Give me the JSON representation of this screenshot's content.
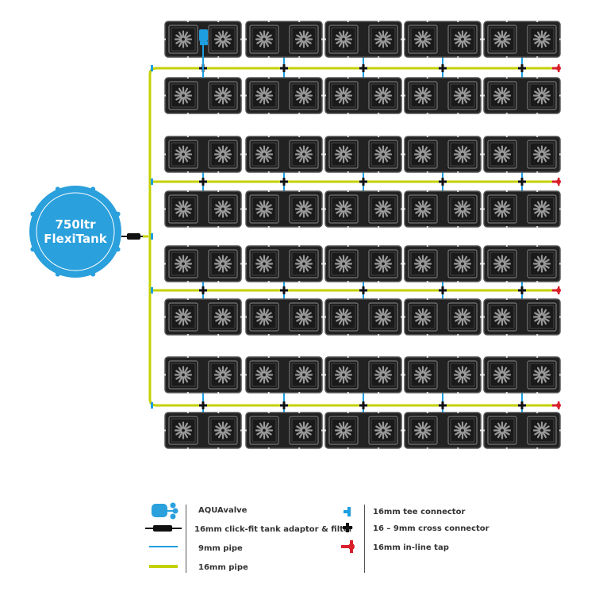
{
  "tank": {
    "line1": "750ltr",
    "line2": "FlexiTank",
    "color": "#2aa0dc"
  },
  "layout": {
    "rows": 8,
    "columns": 5,
    "pipe_rows_between": [
      [
        0,
        1
      ],
      [
        2,
        3
      ],
      [
        4,
        5
      ],
      [
        6,
        7
      ]
    ]
  },
  "colors": {
    "pipe16": "#c4d100",
    "pipe9": "#1d9ee0",
    "tray": "#222222",
    "tap": "#d9202a",
    "cross": "#111111"
  },
  "legend": {
    "left": [
      {
        "icon": "aquavalve-icon",
        "label": "AQUAvalve"
      },
      {
        "icon": "tank-adaptor-filter-icon",
        "label": "16mm click-fit tank adaptor & filter"
      },
      {
        "icon": "9mm-pipe-icon",
        "label": "9mm pipe"
      },
      {
        "icon": "16mm-pipe-icon",
        "label": "16mm pipe"
      }
    ],
    "right": [
      {
        "icon": "tee-connector-icon",
        "label": "16mm tee connector"
      },
      {
        "icon": "cross-connector-icon",
        "label": "16 – 9mm cross connector"
      },
      {
        "icon": "inline-tap-icon",
        "label": "16mm in-line tap"
      }
    ]
  }
}
